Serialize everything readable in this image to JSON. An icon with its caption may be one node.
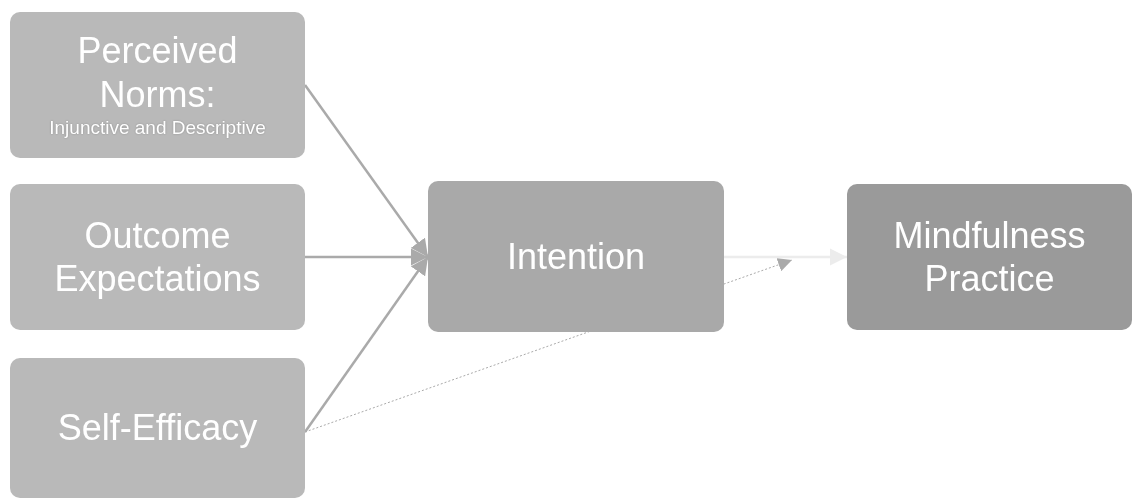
{
  "diagram": {
    "nodes": [
      {
        "text": [
          "Perceived Norms:",
          "Injunctive and Descriptive"
        ]
      },
      {
        "text": [
          "Outcome Expectations"
        ]
      },
      {
        "text": [
          "Self-Efficacy"
        ]
      },
      {
        "text": [
          "Intention"
        ]
      },
      {
        "text": [
          "Mindfulness Practice"
        ]
      }
    ],
    "edges": [
      {
        "from": 0,
        "to": 3,
        "arrow": "to"
      },
      {
        "from": 1,
        "to": 3,
        "arrow": "to"
      },
      {
        "from": 2,
        "to": 3,
        "arrow": "to"
      },
      {
        "from": 3,
        "to": 4,
        "arrow": "to",
        "color": "#ececec"
      },
      {
        "from": 2,
        "to": null,
        "arrow": "to",
        "style": "dashed"
      }
    ]
  }
}
